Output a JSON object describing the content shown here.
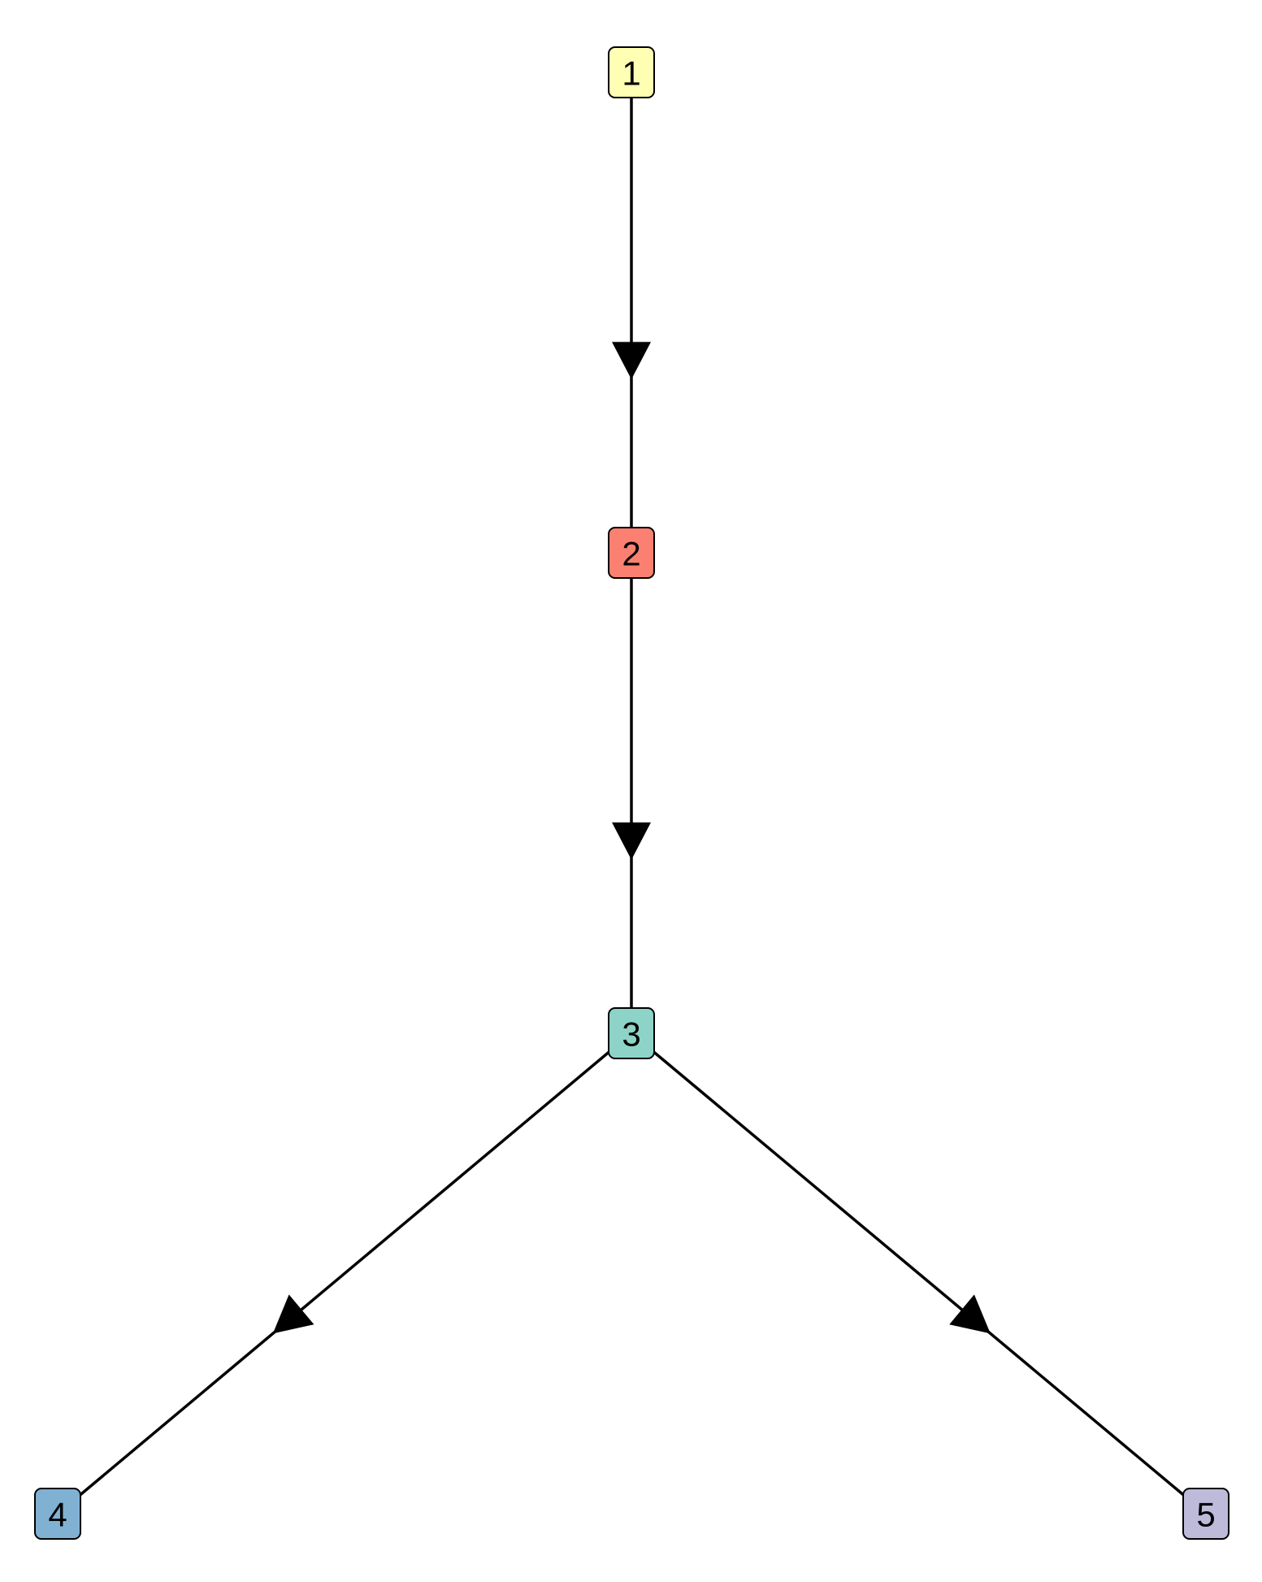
{
  "diagram": {
    "type": "directed-tree",
    "nodes": [
      {
        "id": "1",
        "label": "1",
        "color": "#FFFFB3"
      },
      {
        "id": "2",
        "label": "2",
        "color": "#FB8072"
      },
      {
        "id": "3",
        "label": "3",
        "color": "#8DD3C7"
      },
      {
        "id": "4",
        "label": "4",
        "color": "#80B1D3"
      },
      {
        "id": "5",
        "label": "5",
        "color": "#BEBADA"
      }
    ],
    "edges": [
      {
        "from": "1",
        "to": "2"
      },
      {
        "from": "2",
        "to": "3"
      },
      {
        "from": "3",
        "to": "4"
      },
      {
        "from": "3",
        "to": "5"
      }
    ],
    "edge_color": "#000000",
    "node_border_color": "#000000"
  }
}
